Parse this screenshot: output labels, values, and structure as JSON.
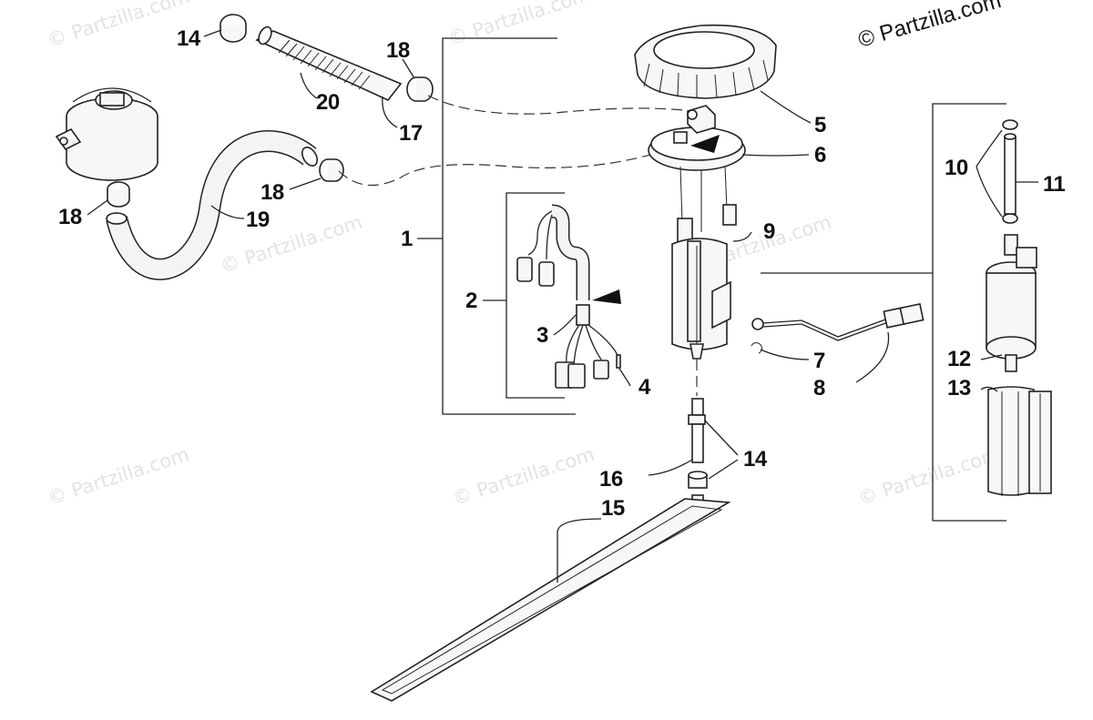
{
  "copyright": "© Partzilla.com",
  "watermarks": [
    "© Partzilla.com",
    "© Partzilla.com",
    "© Partzilla.com",
    "© Partzilla.com",
    "© Partzilla.com",
    "© Partzilla.com",
    "© Partzilla.com"
  ],
  "callouts": {
    "c1": "1",
    "c2": "2",
    "c3": "3",
    "c4": "4",
    "c5": "5",
    "c6": "6",
    "c7": "7",
    "c8": "8",
    "c9": "9",
    "c10": "10",
    "c11": "11",
    "c12": "12",
    "c13": "13",
    "c14a": "14",
    "c14b": "14",
    "c15": "15",
    "c16": "16",
    "c17": "17",
    "c18a": "18",
    "c18b": "18",
    "c18c": "18",
    "c19": "19",
    "c20": "20"
  }
}
